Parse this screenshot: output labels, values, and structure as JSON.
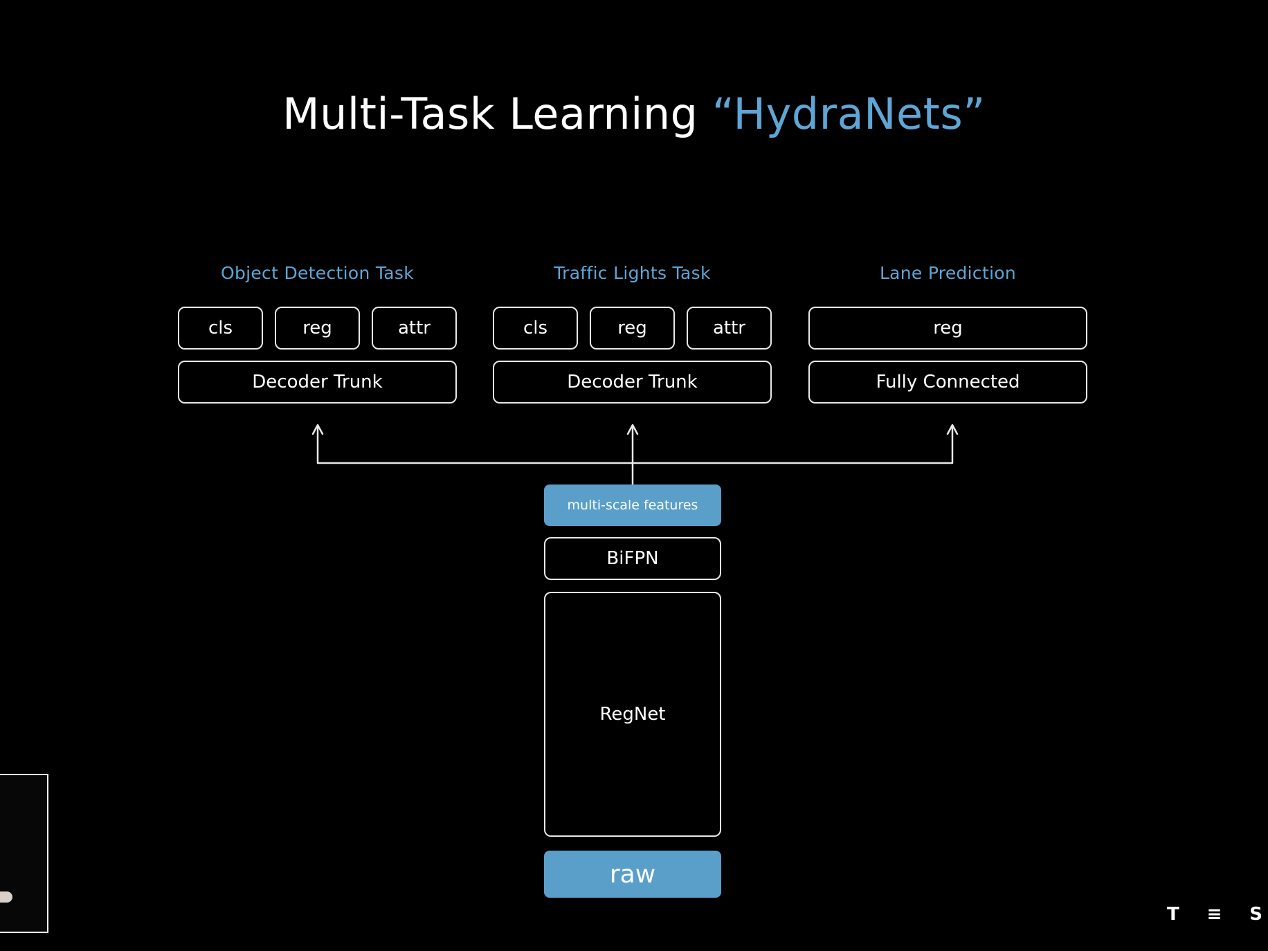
{
  "title": {
    "main": "Multi-Task Learning",
    "accent": "“HydraNets”"
  },
  "tasks": [
    {
      "label": "Object Detection Task",
      "heads": [
        "cls",
        "reg",
        "attr"
      ],
      "trunk": "Decoder Trunk"
    },
    {
      "label": "Traffic Lights Task",
      "heads": [
        "cls",
        "reg",
        "attr"
      ],
      "trunk": "Decoder Trunk"
    },
    {
      "label": "Lane Prediction",
      "heads": [
        "reg"
      ],
      "trunk": "Fully Connected"
    }
  ],
  "backbone": {
    "features": "multi-scale features",
    "bifpn": "BiFPN",
    "regnet": "RegNet",
    "input": "raw"
  },
  "colors": {
    "accent": "#5ea6d6",
    "fill": "#5a9fca",
    "background": "#000000",
    "line": "#e9e9e9"
  },
  "brand": {
    "letters": [
      "T",
      "≡",
      "S"
    ]
  }
}
